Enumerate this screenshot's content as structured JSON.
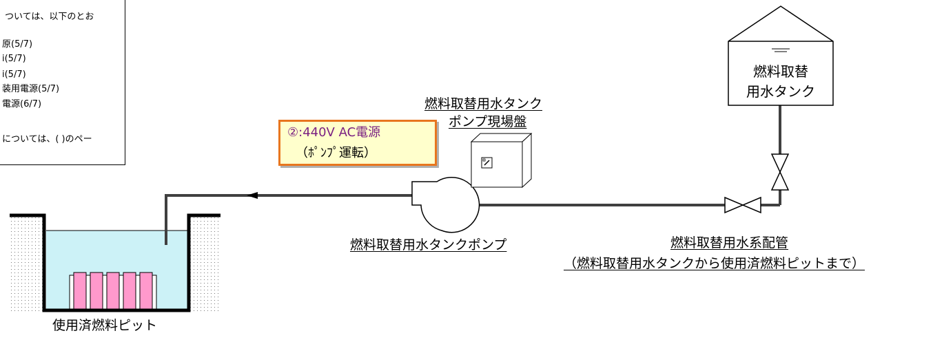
{
  "note": {
    "lines": [
      "ついては、以下のとお",
      "",
      "原(5/7)",
      "i(5/7)",
      "i(5/7)",
      "装用電源(5/7)",
      "電源(6/7)",
      "",
      "については、( )のペー"
    ]
  },
  "callout": {
    "line1": "②:440V AC電源",
    "line2": "（ﾎﾟﾝﾌﾟ運転）"
  },
  "labels": {
    "panel_line1": "燃料取替用水タンク",
    "panel_line2": "ポンプ現場盤",
    "pump": "燃料取替用水タンクポンプ",
    "piping_line1": "燃料取替用水系配管",
    "piping_line2": "（燃料取替用水タンクから使用済燃料ピットまで）",
    "pit": "使用済燃料ピット",
    "tank_line1": "燃料取替",
    "tank_line2": "用水タンク"
  },
  "colors": {
    "callout_border": "#e8761e",
    "callout_fill": "#ffffcc",
    "callout_text": "#7a2082",
    "water": "#ccf2f7",
    "fuel": "#ff99cc",
    "pipe": "#404040"
  },
  "icons": {
    "panel_switch": "switch-icon",
    "pump": "centrifugal-pump-icon",
    "valve": "gate-valve-icon"
  }
}
